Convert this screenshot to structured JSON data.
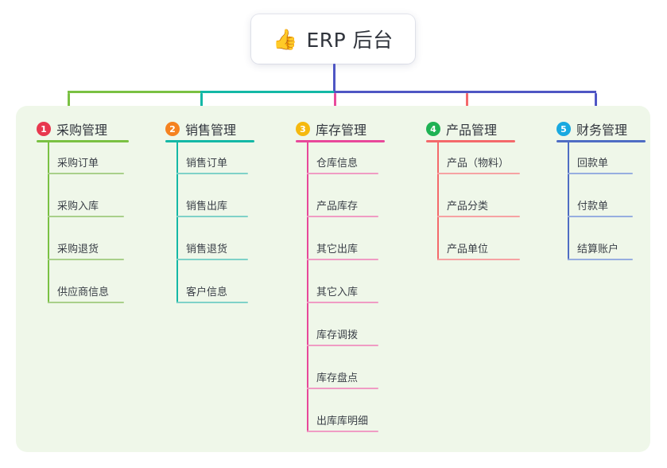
{
  "root": {
    "icon": "thumbs-up-icon",
    "emoji": "👍",
    "title": "ERP 后台"
  },
  "colors": {
    "panel_background": "#eff7e9",
    "page_background": "#ffffff",
    "root_text": "#30343c",
    "bus_green": "#7ac143",
    "bus_teal": "#14b8a6",
    "bus_blue": "#4f56c4",
    "stub_pink": "#e94b9c",
    "stub_red": "#f4696b"
  },
  "branches": [
    {
      "index": "1",
      "badge": "①",
      "badge_color": "#e8384f",
      "line_color": "#7ac143",
      "leaf_line_color": "#a9d08a",
      "title": "采购管理",
      "items": [
        "采购订单",
        "采购入库",
        "采购退货",
        "供应商信息"
      ]
    },
    {
      "index": "2",
      "badge": "②",
      "badge_color": "#f58220",
      "line_color": "#14b8a6",
      "leaf_line_color": "#7fd2c8",
      "title": "销售管理",
      "items": [
        "销售订单",
        "销售出库",
        "销售退货",
        "客户信息"
      ]
    },
    {
      "index": "3",
      "badge": "③",
      "badge_color": "#f5b90f",
      "line_color": "#e8489a",
      "leaf_line_color": "#f09cc4",
      "title": "库存管理",
      "items": [
        "仓库信息",
        "产品库存",
        "其它出库",
        "其它入库",
        "库存调拨",
        "库存盘点",
        "出库库明细"
      ]
    },
    {
      "index": "4",
      "badge": "④",
      "badge_color": "#1fb254",
      "line_color": "#f4696b",
      "leaf_line_color": "#f6a2a3",
      "title": "产品管理",
      "items": [
        "产品（物料）",
        "产品分类",
        "产品单位"
      ]
    },
    {
      "index": "5",
      "badge": "⑤",
      "badge_color": "#19a9e0",
      "line_color": "#4f6dc4",
      "leaf_line_color": "#97aee0",
      "title": "财务管理",
      "items": [
        "回款单",
        "付款单",
        "结算账户"
      ]
    }
  ],
  "chart_data": {
    "type": "diagram",
    "title": "ERP 后台",
    "layout": "mind-map / tree",
    "root": "ERP 后台",
    "nodes": [
      {
        "label": "采购管理",
        "children": [
          "采购订单",
          "采购入库",
          "采购退货",
          "供应商信息"
        ]
      },
      {
        "label": "销售管理",
        "children": [
          "销售订单",
          "销售出库",
          "销售退货",
          "客户信息"
        ]
      },
      {
        "label": "库存管理",
        "children": [
          "仓库信息",
          "产品库存",
          "其它出库",
          "其它入库",
          "库存调拨",
          "库存盘点",
          "出库库明细"
        ]
      },
      {
        "label": "产品管理",
        "children": [
          "产品（物料）",
          "产品分类",
          "产品单位"
        ]
      },
      {
        "label": "财务管理",
        "children": [
          "回款单",
          "付款单",
          "结算账户"
        ]
      }
    ]
  }
}
